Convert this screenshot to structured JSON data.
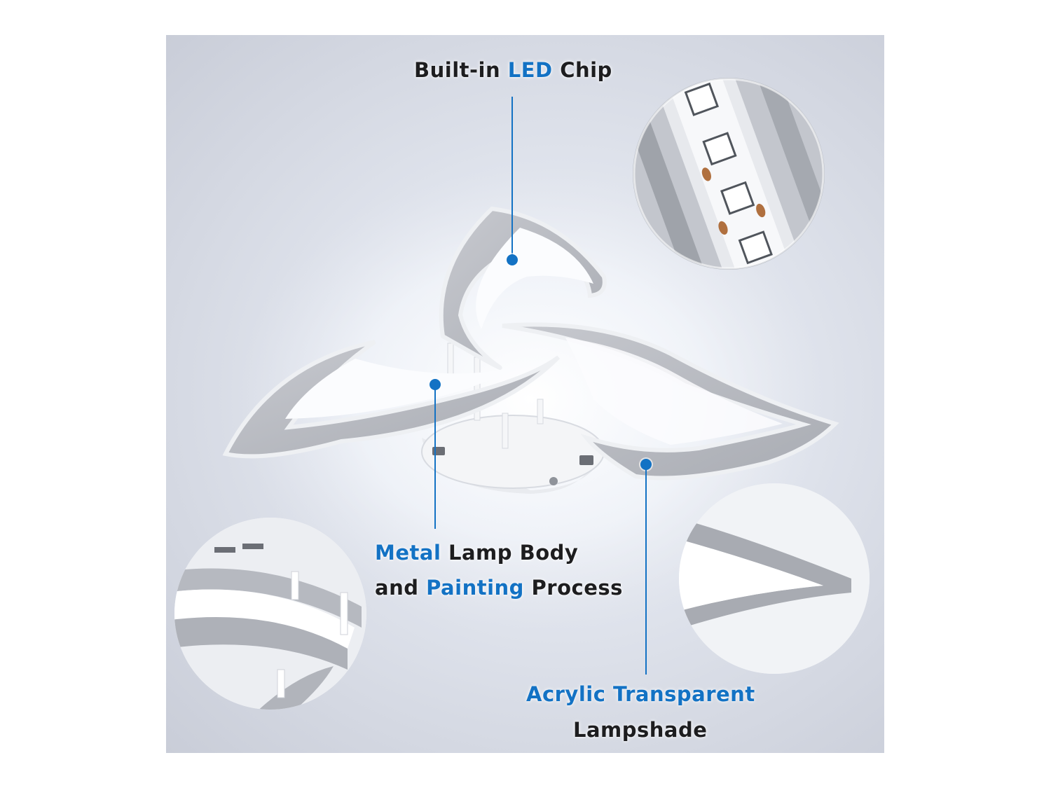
{
  "callouts": {
    "led": {
      "pre": "Built-in ",
      "highlight": "LED",
      "post": " Chip"
    },
    "metal": {
      "line1_highlight": "Metal",
      "line1_rest": " Lamp Body",
      "line2_pre": "and ",
      "line2_highlight": "Painting",
      "line2_post": " Process"
    },
    "acrylic": {
      "line1": "Acrylic Transparent",
      "line2": "Lampshade"
    }
  },
  "colors": {
    "accent": "#1372c4",
    "text": "#1d1d1f",
    "background": "#d6dae3"
  }
}
